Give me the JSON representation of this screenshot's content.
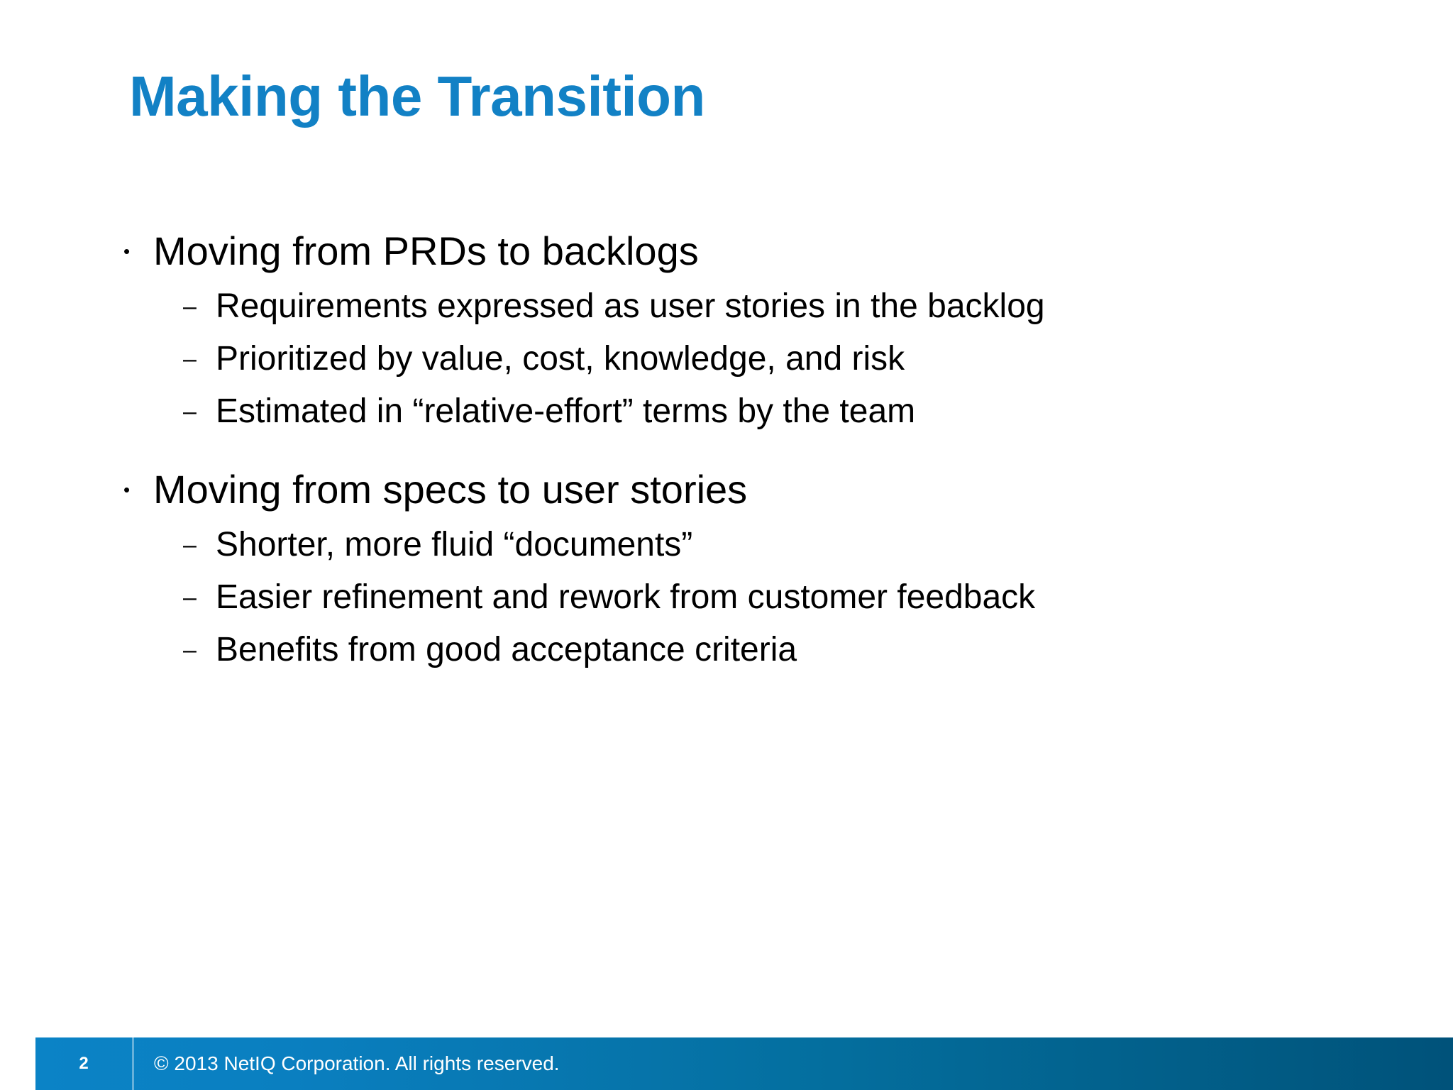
{
  "slide": {
    "title": "Making the Transition",
    "title_color": "#1281c5",
    "background_color": "#ffffff",
    "body_text_color": "#000000"
  },
  "content": {
    "blocks": [
      {
        "marker": "•",
        "text": "Moving from PRDs to backlogs",
        "sub_marker": "–",
        "sub_items": [
          "Requirements expressed as user stories in the backlog",
          "Prioritized by value, cost, knowledge, and risk",
          "Estimated in “relative-effort” terms by the team"
        ]
      },
      {
        "marker": "•",
        "text": "Moving from specs to user stories",
        "sub_marker": "–",
        "sub_items": [
          "Shorter, more fluid “documents”",
          "Easier refinement and rework from customer feedback",
          "Benefits from good acceptance criteria"
        ]
      }
    ]
  },
  "footer": {
    "page_number": "2",
    "copyright": "© 2013 NetIQ Corporation.  All rights reserved.",
    "gradient_start": "#0b83c6",
    "gradient_end": "#00527a",
    "text_color": "#ffffff"
  }
}
